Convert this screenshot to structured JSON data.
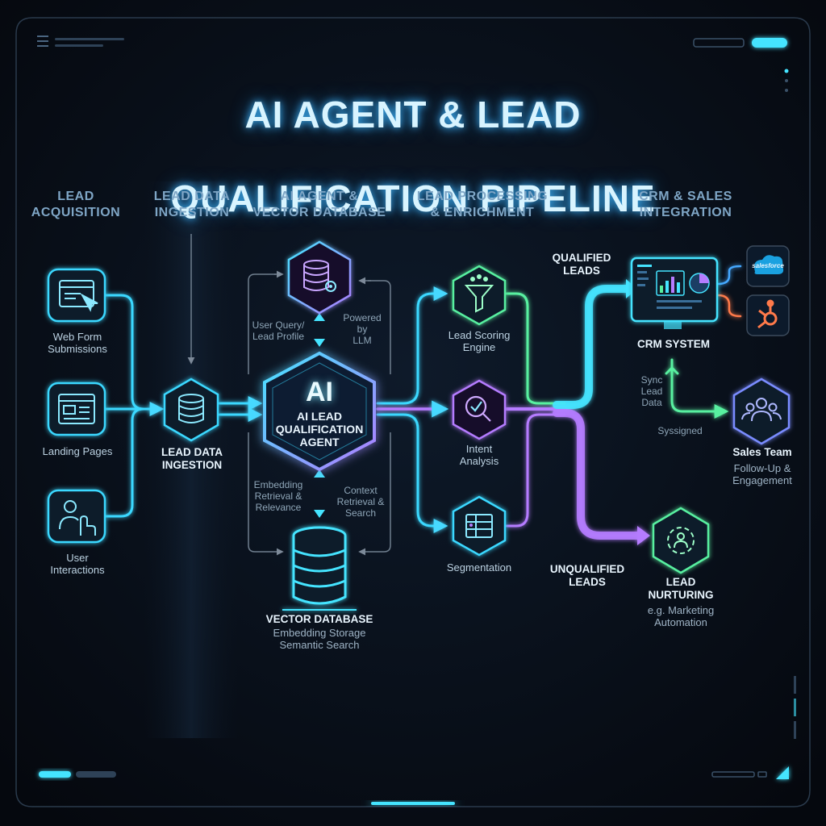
{
  "title_line1": "AI AGENT & LEAD",
  "title_line2": "QUALIFICATION PIPELINE",
  "columns": {
    "acquisition": "LEAD\nACQUISITION",
    "ingestion": "LEAD DATA\nINGESTION",
    "agent": "AI AGENT &\nVECTOR DATABASE",
    "processing": "LEAD PROCESSING\n& ENRICHMENT",
    "crm": "CRM & SALES\nINTEGRATION"
  },
  "sources": {
    "web_form": "Web Form\nSubmissions",
    "landing": "Landing Pages",
    "user_interactions": "User\nInteractions"
  },
  "ingestion_node": "LEAD DATA\nINGESTION",
  "agent": {
    "logo": "AI",
    "name": "AI LEAD\nQUALIFICATION\nAGENT",
    "user_query": "User Query/\nLead Profile",
    "powered_by": "Powered\nby\nLLM",
    "embedding": "Embedding\nRetrieval &\nRelevance",
    "context": "Context\nRetrieval &\nSearch"
  },
  "vector_db": {
    "name": "VECTOR DATABASE",
    "sub": "Embedding Storage\nSemantic Search"
  },
  "processing": {
    "scoring": "Lead Scoring\nEngine",
    "intent": "Intent\nAnalysis",
    "segmentation": "Segmentation"
  },
  "routing": {
    "qualified": "QUALIFIED\nLEADS",
    "unqualified": "UNQUALIFIED\nLEADS"
  },
  "crm": {
    "name": "CRM SYSTEM",
    "sync": "Sync\nLead\nData",
    "assigned": "Syssigned",
    "salesforce_text": "salesforce"
  },
  "sales_team": {
    "name": "Sales Team",
    "sub": "Follow-Up &\nEngagement"
  },
  "nurturing": {
    "name": "LEAD\nNURTURING",
    "sub": "e.g. Marketing\nAutomation"
  },
  "colors": {
    "cyan": "#3ad8ff",
    "blue": "#3f8cff",
    "purple": "#b57cff",
    "green": "#58f0a0",
    "orange": "#ff7a4a"
  }
}
